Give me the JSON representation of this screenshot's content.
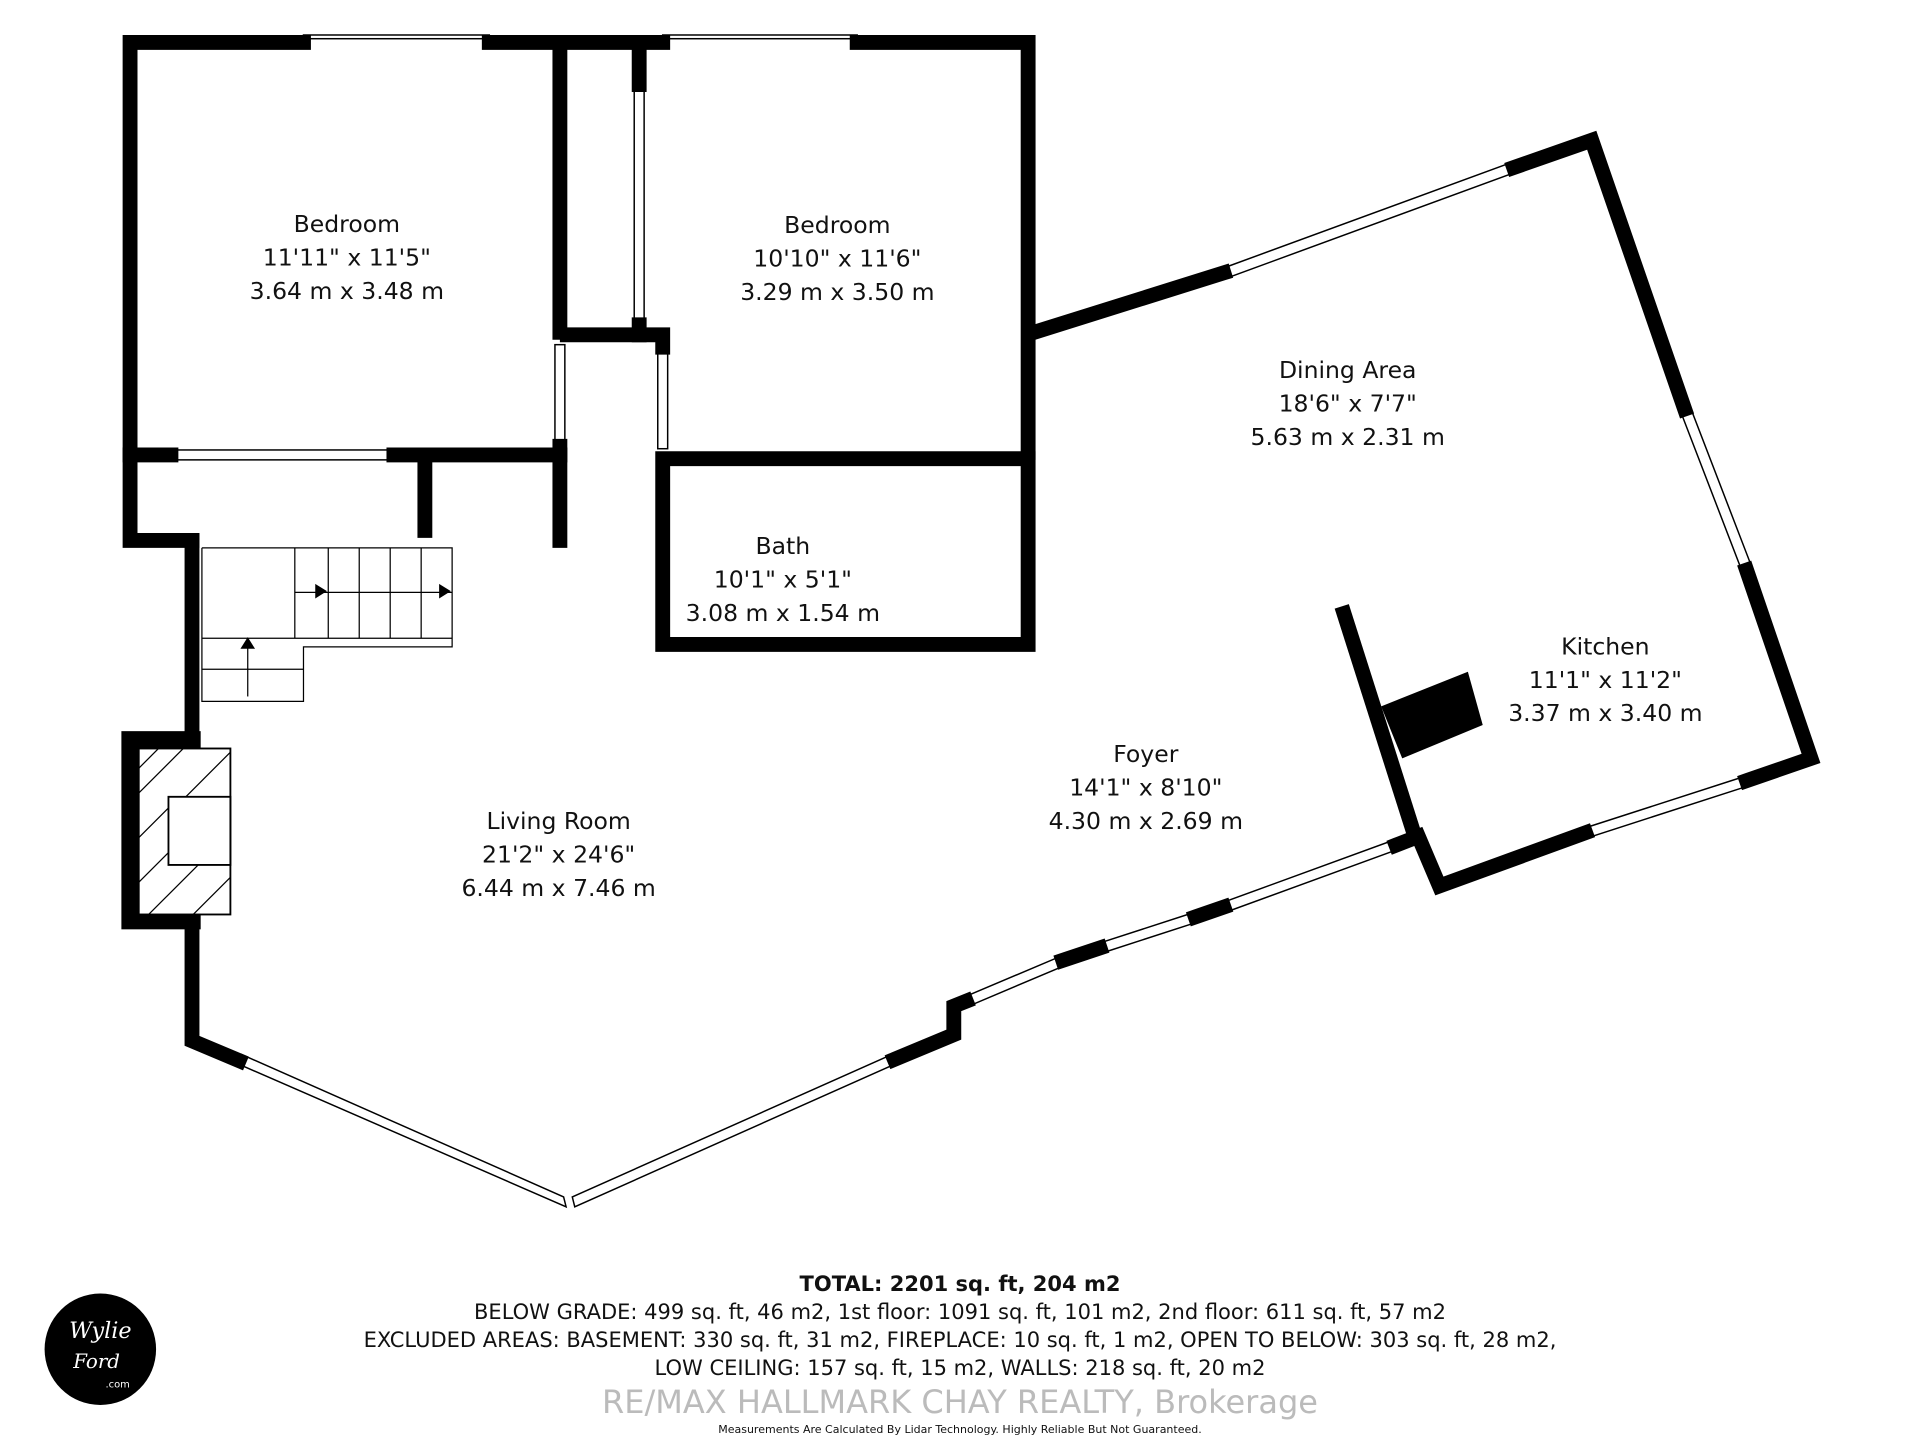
{
  "rooms": [
    {
      "name": "Bedroom",
      "imperial": "11'11\" x 11'5\"",
      "metric": "3.64 m x 3.48 m"
    },
    {
      "name": "Bedroom",
      "imperial": "10'10\" x 11'6\"",
      "metric": "3.29 m x 3.50 m"
    },
    {
      "name": "Dining Area",
      "imperial": "18'6\" x 7'7\"",
      "metric": "5.63 m x 2.31 m"
    },
    {
      "name": "Bath",
      "imperial": "10'1\" x 5'1\"",
      "metric": "3.08 m x 1.54 m"
    },
    {
      "name": "Kitchen",
      "imperial": "11'1\" x 11'2\"",
      "metric": "3.37 m x 3.40 m"
    },
    {
      "name": "Foyer",
      "imperial": "14'1\" x 8'10\"",
      "metric": "4.30 m x 2.69 m"
    },
    {
      "name": "Living Room",
      "imperial": "21'2\" x 24'6\"",
      "metric": "6.44 m x 7.46 m"
    }
  ],
  "summary": {
    "total": "TOTAL: 2201 sq. ft, 204 m2",
    "line1": "BELOW GRADE: 499 sq. ft, 46 m2, 1st floor: 1091 sq. ft, 101 m2, 2nd floor: 611 sq. ft, 57 m2",
    "line2": "EXCLUDED AREAS: BASEMENT: 330 sq. ft, 31 m2, FIREPLACE: 10 sq. ft, 1 m2, OPEN TO BELOW: 303 sq. ft, 28 m2,",
    "line3": "LOW CEILING: 157 sq. ft, 15 m2, WALLS: 218 sq. ft, 20 m2"
  },
  "watermark": "RE/MAX HALLMARK CHAY REALTY, Brokerage",
  "disclaimer": "Measurements Are Calculated By Lidar Technology. Highly Reliable But Not Guaranteed.",
  "logo": {
    "text": "Wylie Ford .com"
  }
}
